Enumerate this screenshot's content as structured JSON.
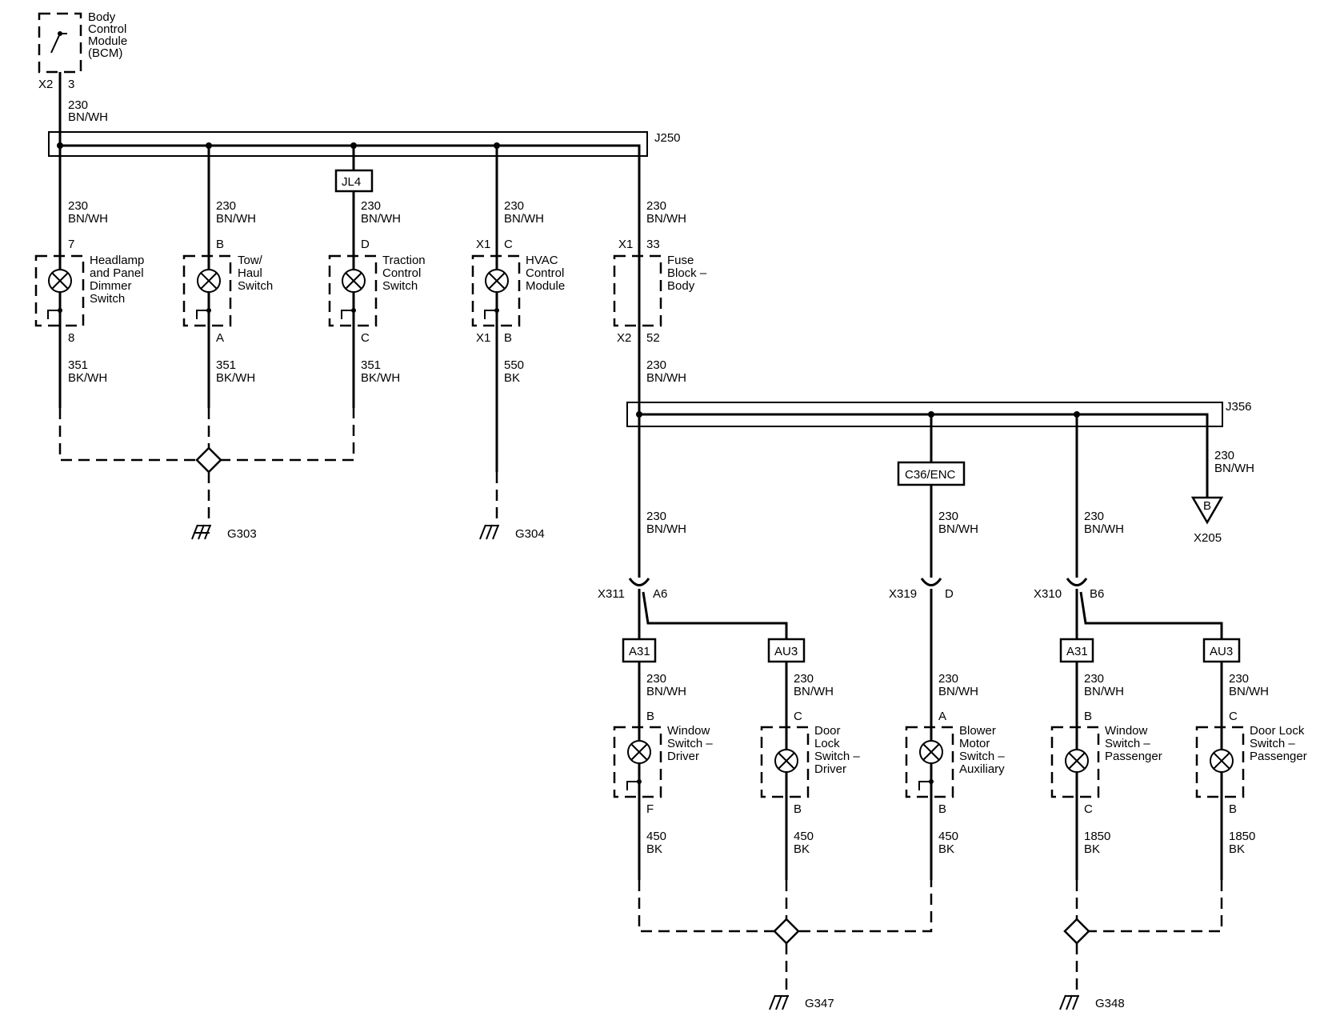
{
  "bcm": {
    "label_lines": [
      "Body",
      "Control",
      "Module",
      "(BCM)"
    ],
    "connector": "X2",
    "pin": "3"
  },
  "wire_main": {
    "circuit": "230",
    "color": "BN/WH"
  },
  "splice_top": {
    "label": "J250"
  },
  "splice_bottom": {
    "label": "J356"
  },
  "inline_jl4": {
    "label": "JL4"
  },
  "inline_c36": {
    "label": "C36/ENC"
  },
  "branches_top": [
    {
      "id": "headlamp",
      "wire_in_circuit": "230",
      "wire_in_color": "BN/WH",
      "conn_in": "",
      "pin_in": "7",
      "label_lines": [
        "Headlamp",
        "and Panel",
        "Dimmer",
        "Switch"
      ],
      "conn_out": "",
      "pin_out": "8",
      "wire_out_circuit": "351",
      "wire_out_color": "BK/WH"
    },
    {
      "id": "tow",
      "wire_in_circuit": "230",
      "wire_in_color": "BN/WH",
      "conn_in": "",
      "pin_in": "B",
      "label_lines": [
        "Tow/",
        "Haul",
        "Switch"
      ],
      "conn_out": "",
      "pin_out": "A",
      "wire_out_circuit": "351",
      "wire_out_color": "BK/WH"
    },
    {
      "id": "traction",
      "wire_in_circuit": "230",
      "wire_in_color": "BN/WH",
      "conn_in": "",
      "pin_in": "D",
      "label_lines": [
        "Traction",
        "Control",
        "Switch"
      ],
      "conn_out": "",
      "pin_out": "C",
      "wire_out_circuit": "351",
      "wire_out_color": "BK/WH"
    },
    {
      "id": "hvac",
      "wire_in_circuit": "230",
      "wire_in_color": "BN/WH",
      "conn_in": "X1",
      "pin_in": "C",
      "label_lines": [
        "HVAC",
        "Control",
        "Module"
      ],
      "conn_out": "X1",
      "pin_out": "B",
      "wire_out_circuit": "550",
      "wire_out_color": "BK"
    },
    {
      "id": "fuse",
      "wire_in_circuit": "230",
      "wire_in_color": "BN/WH",
      "conn_in": "X1",
      "pin_in": "33",
      "label_lines": [
        "Fuse",
        "Block –",
        "Body"
      ],
      "conn_out": "X2",
      "pin_out": "52",
      "wire_out_circuit": "230",
      "wire_out_color": "BN/WH"
    }
  ],
  "grounds": {
    "g303": "G303",
    "g304": "G304",
    "g347": "G347",
    "g348": "G348"
  },
  "x205": {
    "label": "X205",
    "pin": "B",
    "wire_circuit": "230",
    "wire_color": "BN/WH"
  },
  "bottom_wires": [
    {
      "circuit": "230",
      "color": "BN/WH"
    },
    {
      "circuit": "230",
      "color": "BN/WH"
    },
    {
      "circuit": "230",
      "color": "BN/WH"
    }
  ],
  "connectors_bottom": [
    {
      "name": "X311",
      "pin": "A6"
    },
    {
      "name": "X319",
      "pin": "D"
    },
    {
      "name": "X310",
      "pin": "B6"
    }
  ],
  "options": {
    "a31": "A31",
    "au3": "AU3"
  },
  "switches_bottom": [
    {
      "id": "window-driver",
      "wire_in_circuit": "230",
      "wire_in_color": "BN/WH",
      "pin_in": "B",
      "label_lines": [
        "Window",
        "Switch –",
        "Driver"
      ],
      "pin_out": "F",
      "wire_out_circuit": "450",
      "wire_out_color": "BK"
    },
    {
      "id": "door-lock-driver",
      "wire_in_circuit": "230",
      "wire_in_color": "BN/WH",
      "pin_in": "C",
      "label_lines": [
        "Door",
        "Lock",
        "Switch –",
        "Driver"
      ],
      "pin_out": "B",
      "wire_out_circuit": "450",
      "wire_out_color": "BK"
    },
    {
      "id": "blower-aux",
      "wire_in_circuit": "230",
      "wire_in_color": "BN/WH",
      "pin_in": "A",
      "label_lines": [
        "Blower",
        "Motor",
        "Switch –",
        "Auxiliary"
      ],
      "pin_out": "B",
      "wire_out_circuit": "450",
      "wire_out_color": "BK"
    },
    {
      "id": "window-passenger",
      "wire_in_circuit": "230",
      "wire_in_color": "BN/WH",
      "pin_in": "B",
      "label_lines": [
        "Window",
        "Switch –",
        "Passenger"
      ],
      "pin_out": "C",
      "wire_out_circuit": "1850",
      "wire_out_color": "BK"
    },
    {
      "id": "door-lock-passenger",
      "wire_in_circuit": "230",
      "wire_in_color": "BN/WH",
      "pin_in": "C",
      "label_lines": [
        "Door Lock",
        "Switch –",
        "Passenger"
      ],
      "pin_out": "B",
      "wire_out_circuit": "1850",
      "wire_out_color": "BK"
    }
  ]
}
